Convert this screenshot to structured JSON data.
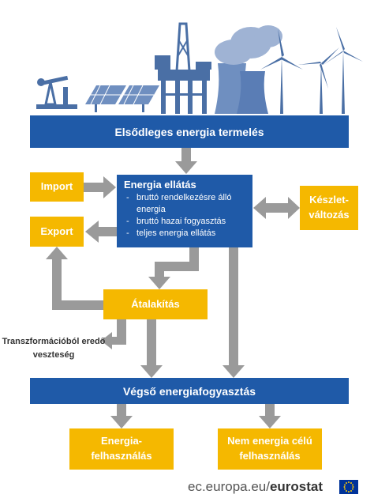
{
  "primary_production": "Elsődleges energia termelés",
  "energy_supply": {
    "title": "Energia ellátás",
    "items": [
      "bruttó rendelkezésre álló energia",
      "bruttó hazai fogyasztás",
      "teljes energia ellátás"
    ]
  },
  "import": "Import",
  "export": "Export",
  "stock_change": "Készlet-változás",
  "transformation": "Átalakítás",
  "transformation_loss": "Transzformációból eredő veszteség",
  "final_consumption": "Végső energiafogyasztás",
  "energy_use": "Energia-felhasználás",
  "non_energy_use": "Nem energia célú felhasználás",
  "footer": {
    "domain": "ec.europa.eu/",
    "brand": "eurostat"
  },
  "colors": {
    "blue": "#1f5aa8",
    "yellow": "#f5b800",
    "arrow": "#9a9a9a",
    "silhouette": "#4a6fa5"
  },
  "icons": [
    "oil-pump-icon",
    "solar-panel-icon",
    "oil-platform-icon",
    "cooling-tower-icon",
    "wind-turbine-icon",
    "eu-flag-icon"
  ]
}
